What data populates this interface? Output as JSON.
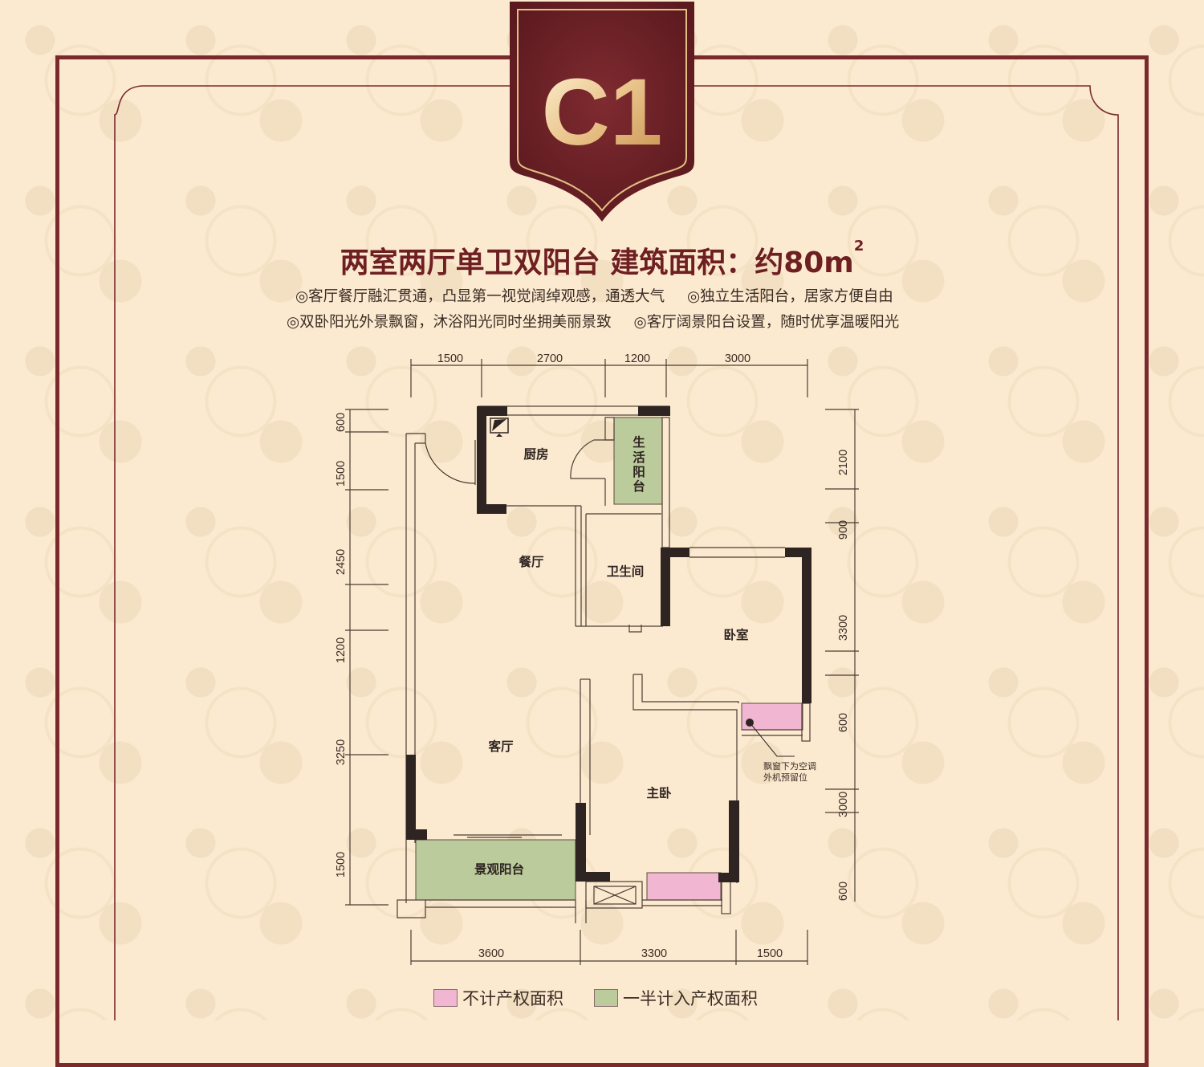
{
  "badge": {
    "label": "C1",
    "bg_color": "#6e2227",
    "text_color": "#f3d9a8"
  },
  "headline": {
    "layout": "两室两厅单卫双阳台",
    "area_label": "建筑面积：约80m",
    "area_sup": "2"
  },
  "features": [
    {
      "text": "◎客厅餐厅融汇贯通，凸显第一视觉阔绰观感，通透大气"
    },
    {
      "text": "◎独立生活阳台，居家方便自由"
    },
    {
      "text": "◎双卧阳光外景飘窗，沐浴阳光同时坐拥美丽景致"
    },
    {
      "text": "◎客厅阔景阳台设置，随时优享温暖阳光"
    }
  ],
  "dimensions": {
    "top": [
      "1500",
      "2700",
      "1200",
      "3000"
    ],
    "bottom": [
      "3600",
      "3300",
      "1500"
    ],
    "left": [
      "600",
      "1500",
      "2450",
      "1200",
      "3250",
      "1500"
    ],
    "right": [
      "2100",
      "900",
      "3300",
      "600",
      "3000",
      "600"
    ]
  },
  "rooms": {
    "kitchen": "厨房",
    "utility_balcony": [
      "生",
      "活",
      "阳",
      "台"
    ],
    "dining": "餐厅",
    "bathroom": "卫生间",
    "bedroom": "卧室",
    "living": "客厅",
    "master_bedroom": "主卧",
    "view_balcony": "景观阳台"
  },
  "annotation": {
    "line1": "飘窗下为空调",
    "line2": "外机预留位"
  },
  "legend": [
    {
      "label": "不计产权面积",
      "color": "#f1b6d2"
    },
    {
      "label": "一半计入产权面积",
      "color": "#bccb9c"
    }
  ],
  "colors": {
    "frame": "#7a2a2c",
    "wall": "#2e2422",
    "line": "#5a4a40",
    "pink": "#f1b6d2",
    "green": "#bccb9c"
  }
}
